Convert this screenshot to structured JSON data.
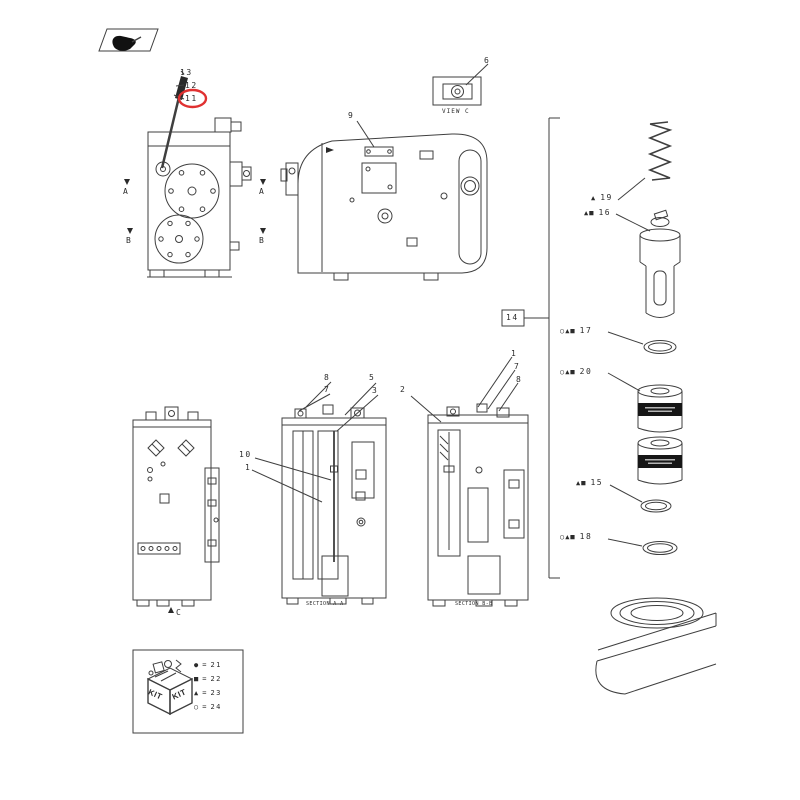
{
  "colors": {
    "line": "#3f3f3f",
    "text": "#2b2b2b",
    "highlight": "#e03131",
    "band": "#161616"
  },
  "header_icon": {
    "name": "press-hand-icon"
  },
  "drawings": {
    "pump_callouts": {
      "c13": "13",
      "c12": "12",
      "c11": "11"
    },
    "highlight": {
      "target": "11"
    },
    "main_valve_callout": "9",
    "view_c": {
      "callout": "6",
      "label": "VIEW C"
    },
    "bracket": {
      "ref": "14"
    },
    "arrows": {
      "a": "A",
      "b": "B"
    },
    "left_valve": {
      "c10": "10",
      "c1": "1",
      "arrow": "C"
    },
    "middle_valve": {
      "c8": "8",
      "c7": "7",
      "c5": "5",
      "c3": "3",
      "section": "SECTION A-A"
    },
    "right_valve": {
      "c2": "2",
      "c1": "1",
      "c7": "7",
      "c8": "8",
      "section": "SECTION B-B"
    }
  },
  "exploded": {
    "items": [
      {
        "symbols": "▲",
        "number": "19"
      },
      {
        "symbols": "▲■",
        "number": "16"
      },
      {
        "symbols": "○▲■",
        "number": "17"
      },
      {
        "symbols": "○▲■",
        "number": "20"
      },
      {
        "symbols": "▲■",
        "number": "15"
      },
      {
        "symbols": "○▲■",
        "number": "18"
      }
    ]
  },
  "kit": {
    "label": "KIT",
    "legend": [
      {
        "symbol": "●",
        "sep": "=",
        "number": "21"
      },
      {
        "symbol": "■",
        "sep": "=",
        "number": "22"
      },
      {
        "symbol": "▲",
        "sep": "=",
        "number": "23"
      },
      {
        "symbol": "○",
        "sep": "=",
        "number": "24"
      }
    ]
  }
}
